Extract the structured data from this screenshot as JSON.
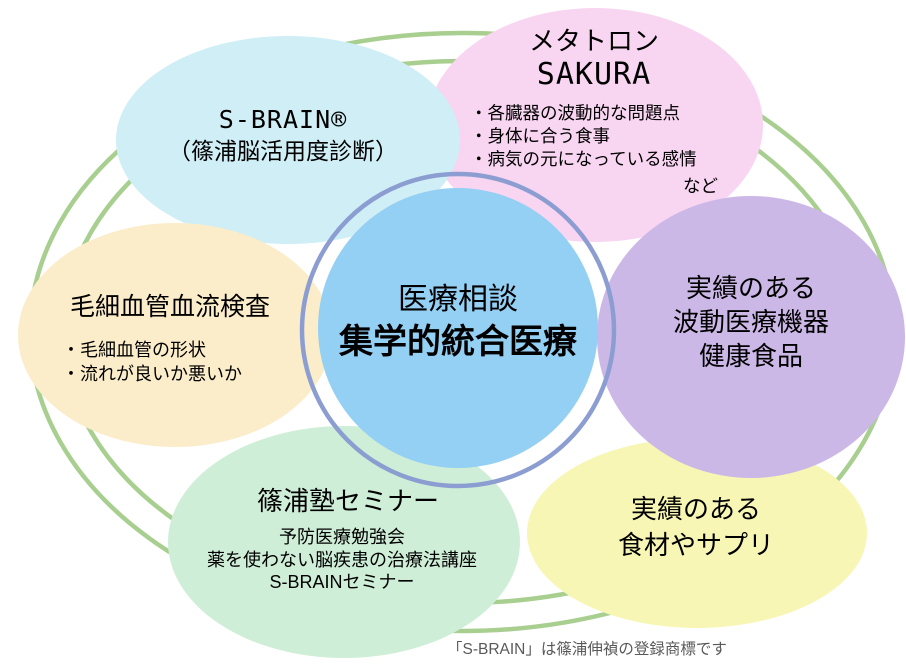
{
  "center": {
    "line1": "医療相談",
    "line2": "集学的統合医療",
    "fill_color": "#94cff4",
    "ring_color": "#8b9dd1"
  },
  "rings": {
    "color": "#a8cf90"
  },
  "petals": {
    "sbrain": {
      "color": "#cfeef6",
      "title": "S-BRAIN®",
      "subtitle": "（篠浦脳活用度診断）"
    },
    "metatron": {
      "color": "#f8d5f1",
      "title_jp": "メタトロン",
      "title_en": "SAKURA",
      "bullets": [
        "・各臓器の波動的な問題点",
        "・身体に合う食事",
        "・病気の元になっている感情"
      ],
      "etc": "など"
    },
    "wave_device": {
      "color": "#ccb8e7",
      "lines": [
        "実績のある",
        "波動医療機器",
        "健康食品"
      ]
    },
    "supplement": {
      "color": "#f7f6b5",
      "lines": [
        "実績のある",
        "食材やサプリ"
      ]
    },
    "seminar": {
      "color": "#cfeed7",
      "title": "篠浦塾セミナー",
      "lines": [
        "予防医療勉強会",
        "薬を使わない脳疾患の治療法講座",
        "S-BRAINセミナー"
      ]
    },
    "capillary": {
      "color": "#fcedca",
      "title": "毛細血管血流検査",
      "bullets": [
        "・毛細血管の形状",
        "・流れが良いか悪いか"
      ]
    }
  },
  "footer": {
    "trademark": "「S-BRAIN」は篠浦伸禎の登録商標です",
    "color": "#595959"
  }
}
